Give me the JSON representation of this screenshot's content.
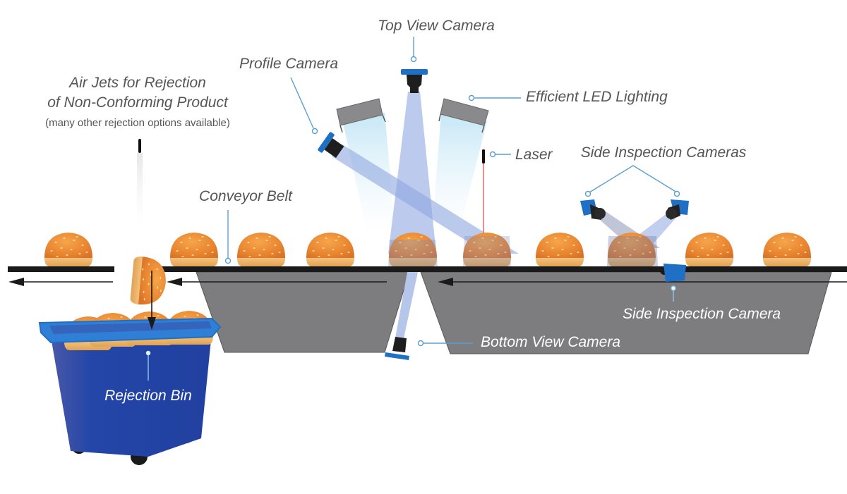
{
  "diagram": {
    "title": "Bun inspection conveyor system",
    "labels": {
      "top_view_camera": "Top View Camera",
      "profile_camera": "Profile Camera",
      "air_jets_line1": "Air Jets for Rejection",
      "air_jets_line2": "of Non-Conforming Product",
      "air_jets_note": "(many other rejection options available)",
      "led_lighting": "Efficient LED Lighting",
      "laser": "Laser",
      "side_inspection_cameras": "Side Inspection Cameras",
      "conveyor_belt": "Conveyor Belt",
      "side_inspection_camera": "Side Inspection Camera",
      "bottom_view_camera": "Bottom View Camera",
      "rejection_bin": "Rejection Bin"
    },
    "components": [
      {
        "id": "top-view-camera",
        "icon": "camera-icon"
      },
      {
        "id": "profile-camera",
        "icon": "camera-icon"
      },
      {
        "id": "led-lights",
        "icon": "light-panel-icon",
        "count": 2
      },
      {
        "id": "laser",
        "icon": "laser-icon"
      },
      {
        "id": "side-cameras",
        "icon": "camera-icon",
        "count": 2
      },
      {
        "id": "side-camera-under",
        "icon": "camera-icon"
      },
      {
        "id": "bottom-camera",
        "icon": "camera-icon"
      },
      {
        "id": "air-jet",
        "icon": "air-jet-icon"
      },
      {
        "id": "rejection-bin",
        "icon": "bin-icon"
      }
    ],
    "buns_on_belt": 10,
    "flow_direction": "right-to-left",
    "colors": {
      "camera_blue": "#1f6fc4",
      "bin_blue": "#2346a8",
      "belt": "#1a1a1a",
      "tray_gray": "#7d7d80",
      "leader_line": "#5b9fd1",
      "beam": "#9fb4e6",
      "laser_red": "#e0504f",
      "bun": "#f0903a"
    }
  }
}
